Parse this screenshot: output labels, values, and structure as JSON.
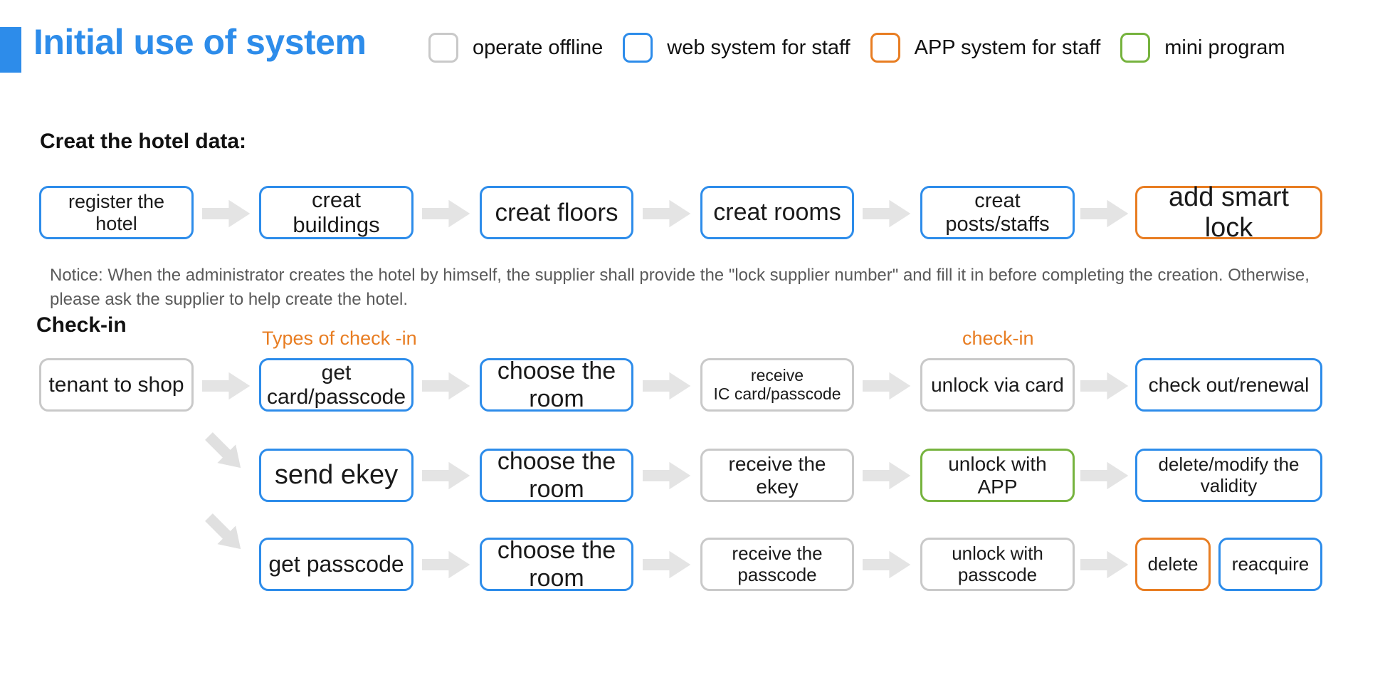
{
  "title": "Initial use of system",
  "legend": [
    {
      "label": "operate offline",
      "color": "#c9c9c9"
    },
    {
      "label": "web system for staff",
      "color": "#2d8cea"
    },
    {
      "label": "APP system for staff",
      "color": "#e87d22"
    },
    {
      "label": "mini program",
      "color": "#76b33e"
    }
  ],
  "colors": {
    "accent_blue": "#2d8cea",
    "orange": "#e87d22",
    "green": "#76b33e",
    "gray_border": "#c9c9c9",
    "arrow_gray": "#e4e4e4",
    "notice_text": "#5a5a5a"
  },
  "hotel": {
    "heading": "Creat the hotel data:",
    "steps": [
      {
        "line1": "register the",
        "line2": "hotel"
      },
      {
        "line1": "creat buildings"
      },
      {
        "line1": "creat floors"
      },
      {
        "line1": "creat rooms"
      },
      {
        "line1": "creat",
        "line2": "posts/staffs"
      },
      {
        "line1": "add smart lock"
      }
    ],
    "notice": "Notice:  When the administrator creates the hotel by himself, the supplier shall provide the \"lock supplier number\" and fill it in before completing the creation. Otherwise, please ask the supplier to help create the hotel."
  },
  "checkin": {
    "heading": "Check-in",
    "types_label": "Types of check -in",
    "checkin_label": "check-in",
    "start": {
      "line1": "tenant to shop"
    },
    "row1": [
      {
        "line1": "get",
        "line2": "card/passcode"
      },
      {
        "line1": "choose the",
        "line2": "room"
      },
      {
        "line1": "receive",
        "line2": "IC card/passcode"
      },
      {
        "line1": "unlock via card"
      },
      {
        "line1": "check out/renewal"
      }
    ],
    "row2": [
      {
        "line1": "send ekey"
      },
      {
        "line1": "choose the",
        "line2": "room"
      },
      {
        "line1": "receive the ekey"
      },
      {
        "line1": "unlock with APP"
      },
      {
        "line1": "delete/modify the",
        "line2": "validity"
      }
    ],
    "row3": [
      {
        "line1": "get passcode"
      },
      {
        "line1": "choose the",
        "line2": "room"
      },
      {
        "line1": "receive the",
        "line2": "passcode"
      },
      {
        "line1": "unlock with",
        "line2": "passcode"
      },
      {
        "line1": "delete"
      },
      {
        "line1": "reacquire"
      }
    ]
  }
}
